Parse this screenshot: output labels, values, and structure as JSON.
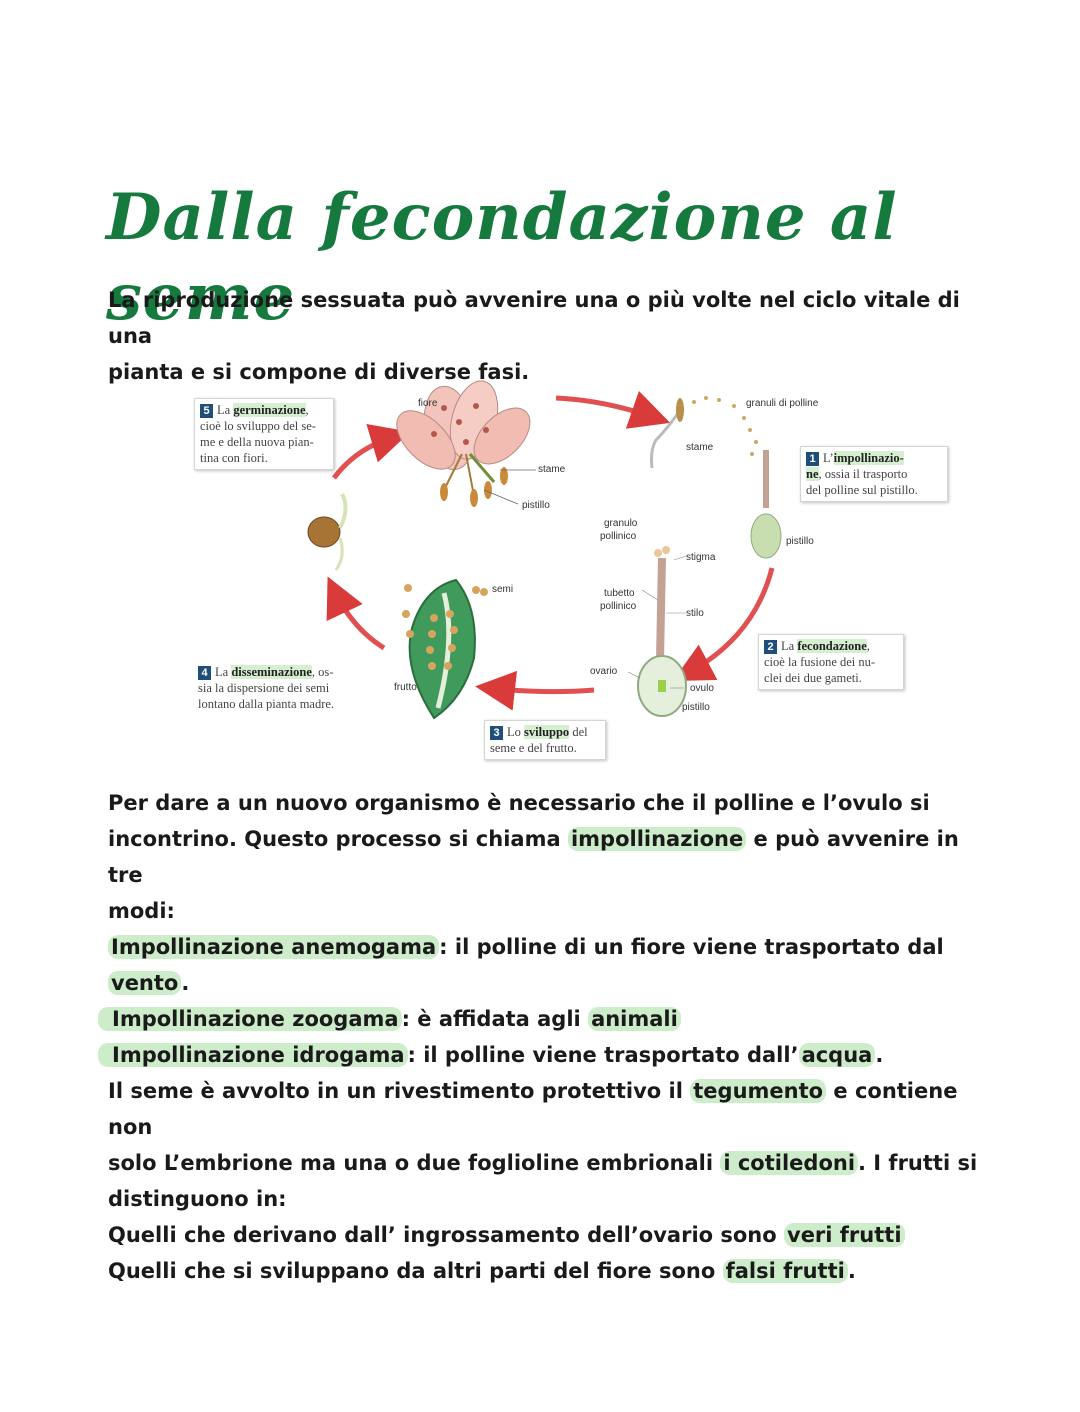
{
  "title": "Dalla fecondazione al seme",
  "intro": {
    "line1": "La riproduzione sessuata può avvenire una o più volte nel ciclo vitale di una",
    "line2": "pianta e si compone di diverse fasi."
  },
  "diagram": {
    "labels": {
      "fiore": "fiore",
      "stame_top": "stame",
      "pistillo_top": "pistillo",
      "granuli": "granuli di polline",
      "stame_right": "stame",
      "pistillo_right": "pistillo",
      "granulo": "granulo",
      "pollinico": "pollinico",
      "stigma": "stigma",
      "tubetto": "tubetto",
      "pollinico2": "pollinico",
      "stilo": "stilo",
      "ovario": "ovario",
      "ovulo": "ovulo",
      "pistillo_bottom": "pistillo",
      "semi": "semi",
      "frutto": "frutto"
    },
    "captions": {
      "c5": {
        "num": "5",
        "pre": "La ",
        "kw": "germinazione",
        "l1": ",",
        "l2": "cioè lo sviluppo del se-",
        "l3": "me e della nuova pian-",
        "l4": "tina con fiori."
      },
      "c1": {
        "num": "1",
        "pre": "L’",
        "kw": "impollinazio-",
        "kw2": "ne",
        "l1": ", ossia il trasporto",
        "l2": "del polline sul pistillo."
      },
      "c2": {
        "num": "2",
        "pre": "La ",
        "kw": "fecondazione",
        "l1": ",",
        "l2": "cioè la fusione dei nu-",
        "l3": "clei dei due gameti."
      },
      "c4": {
        "num": "4",
        "pre": "La ",
        "kw": "disseminazione",
        "l1": ", os-",
        "l2": "sia la dispersione dei semi",
        "l3": "lontano dalla pianta madre."
      },
      "c3": {
        "num": "3",
        "pre": "Lo ",
        "kw": "sviluppo",
        "l1": " del",
        "l2": "seme e del frutto."
      }
    }
  },
  "body": {
    "p1a": "Per dare a un nuovo organismo è necessario che il polline e l’ovulo si",
    "p1b_pre": "incontrino. Questo processo si chiama ",
    "p1b_hl": "impollinazione",
    "p1b_post": " e può avvenire in tre",
    "p1c": "modi:",
    "l1_hl": "Impollinazione anemogama",
    "l1_mid": ": il polline di un fiore viene trasportato dal ",
    "l1_hl2": "vento",
    "l1_end": ".",
    "l2_hl": "Impollinazione zoogama",
    "l2_mid": ": è affidata agli ",
    "l2_hl2": "animali",
    "l3_hl": "Impollinazione idrogama",
    "l3_mid": ": il polline viene trasportato dall’",
    "l3_hl2": "acqua",
    "l3_end": ".",
    "s1_pre": "Il seme è avvolto in un rivestimento protettivo il ",
    "s1_hl": "tegumento",
    "s1_post": " e contiene non",
    "s2_pre": "solo L’embrione ma una o due foglioline embrionali ",
    "s2_hl": "i cotiledoni",
    "s2_post": ". I frutti si",
    "s3": "distinguono in:",
    "f1_pre": "Quelli che derivano dall’ ingrossamento dell’ovario sono ",
    "f1_hl": "veri frutti",
    "f2_pre": "Quelli che si sviluppano da altri parti del fiore sono ",
    "f2_hl": "falsi frutti",
    "f2_end": "."
  }
}
